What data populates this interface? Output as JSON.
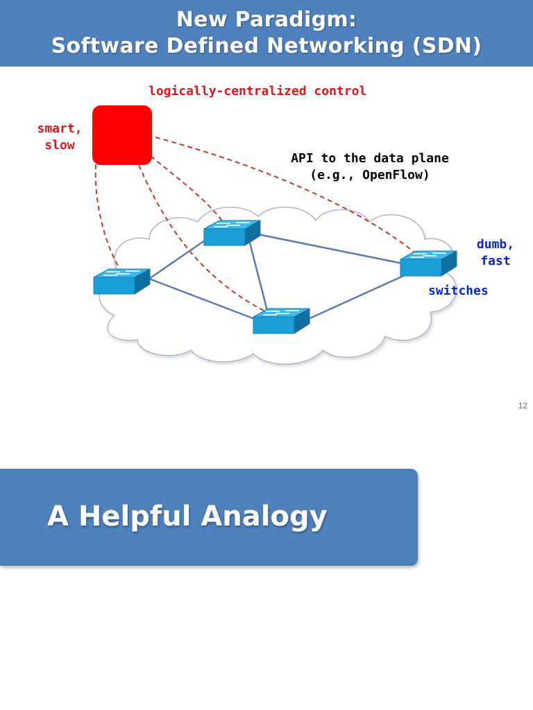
{
  "slide": {
    "title_line1": "New Paradigm:",
    "title_line2": "Software Defined Networking (SDN)",
    "controller_label": "logically-centralized control",
    "controller_traits_1": "smart,",
    "controller_traits_2": "slow",
    "api_label_1": "API to the data plane",
    "api_label_2": "(e.g., OpenFlow)",
    "switch_traits_1": "dumb,",
    "switch_traits_2": "fast",
    "switches_label": "switches",
    "page_number": "12"
  },
  "next_slide": {
    "title": "A Helpful Analogy"
  },
  "colors": {
    "title_bar": "#4f81bd",
    "controller": "#ff0000",
    "control_links": "#c0392b",
    "switch": "#1aa0d8",
    "network_links": "#5a7ab0",
    "red_text": "#e8131b",
    "blue_text": "#0a24d8"
  },
  "icons": [
    "controller-box",
    "switch-icon",
    "cloud-shape"
  ]
}
